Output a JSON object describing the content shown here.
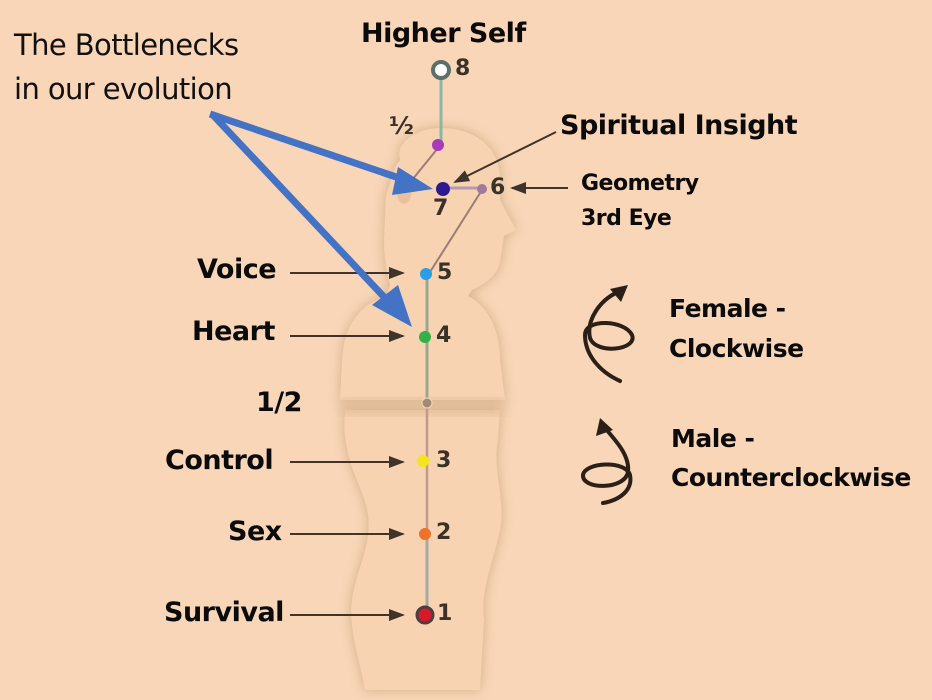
{
  "title": {
    "line1": "The Bottlenecks",
    "line2": "in our evolution"
  },
  "chakras": [
    {
      "num": "1",
      "label": "Survival",
      "color": "#d8182b"
    },
    {
      "num": "2",
      "label": "Sex",
      "color": "#ee7229"
    },
    {
      "num": "3",
      "label": "Control",
      "color": "#f5e51c"
    },
    {
      "num": "4",
      "label": "Heart",
      "color": "#34b04a"
    },
    {
      "num": "5",
      "label": "Voice",
      "color": "#2a9ee8"
    },
    {
      "num": "6",
      "label": "Geometry",
      "sublabel": "3rd Eye",
      "color": "#a07a9a"
    },
    {
      "num": "7",
      "label": "Spiritual Insight",
      "color": "#2e1a8f"
    },
    {
      "num": "8",
      "label": "Higher Self",
      "color": "#ffffff"
    }
  ],
  "half_marks": {
    "upper": "½",
    "lower": "1/2",
    "upper_color": "#a63ab8"
  },
  "legend": [
    {
      "icon": "clockwise-spiral-icon",
      "line1": "Female -",
      "line2": "Clockwise"
    },
    {
      "icon": "counterclockwise-spiral-icon",
      "line1": "Male -",
      "line2": "Counterclockwise"
    }
  ],
  "colors": {
    "background": "#f8d6b7",
    "body": "#f7d2b0",
    "arrow": "#4472c4",
    "pointer": "#3f342a"
  }
}
